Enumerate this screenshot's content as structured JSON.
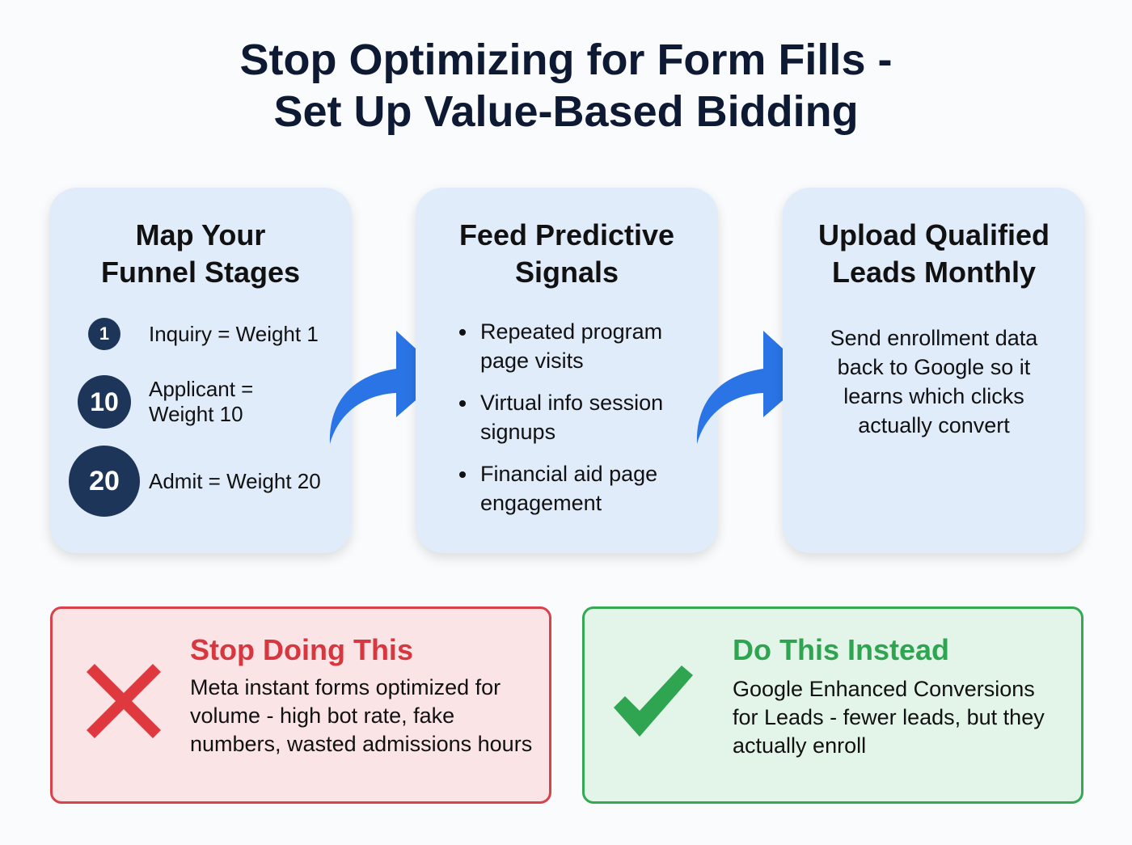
{
  "title": {
    "line1": "Stop Optimizing for Form Fills -",
    "line2": "Set Up Value-Based Bidding"
  },
  "steps": [
    {
      "title_line1": "Map Your",
      "title_line2": "Funnel Stages",
      "stages": [
        {
          "weight": "1",
          "label": "Inquiry = Weight 1"
        },
        {
          "weight": "10",
          "label_line1": "Applicant =",
          "label_line2": "Weight 10"
        },
        {
          "weight": "20",
          "label": "Admit = Weight 20"
        }
      ]
    },
    {
      "title_line1": "Feed Predictive",
      "title_line2": "Signals",
      "bullets": [
        "Repeated program page visits",
        "Virtual info session signups",
        "Financial aid page engagement"
      ]
    },
    {
      "title_line1": "Upload Qualified",
      "title_line2": "Leads Monthly",
      "text": "Send enrollment data back to Google so it learns which clicks actually convert"
    }
  ],
  "arrows": [
    "curved-arrow-right",
    "curved-arrow-right"
  ],
  "stop_box": {
    "heading": "Stop Doing This",
    "text": "Meta instant forms optimized for volume - high bot rate, fake numbers, wasted admissions hours",
    "icon": "x-mark",
    "color": "#d9424a"
  },
  "do_box": {
    "heading": "Do This Instead",
    "text": "Google Enhanced Conversions for Leads - fewer leads, but they actually enroll",
    "icon": "check-mark",
    "color": "#34a853"
  },
  "colors": {
    "card_bg": "#e1ecfb",
    "arrow": "#2a74e6",
    "circle": "#1d3558",
    "title": "#0e1a33"
  }
}
